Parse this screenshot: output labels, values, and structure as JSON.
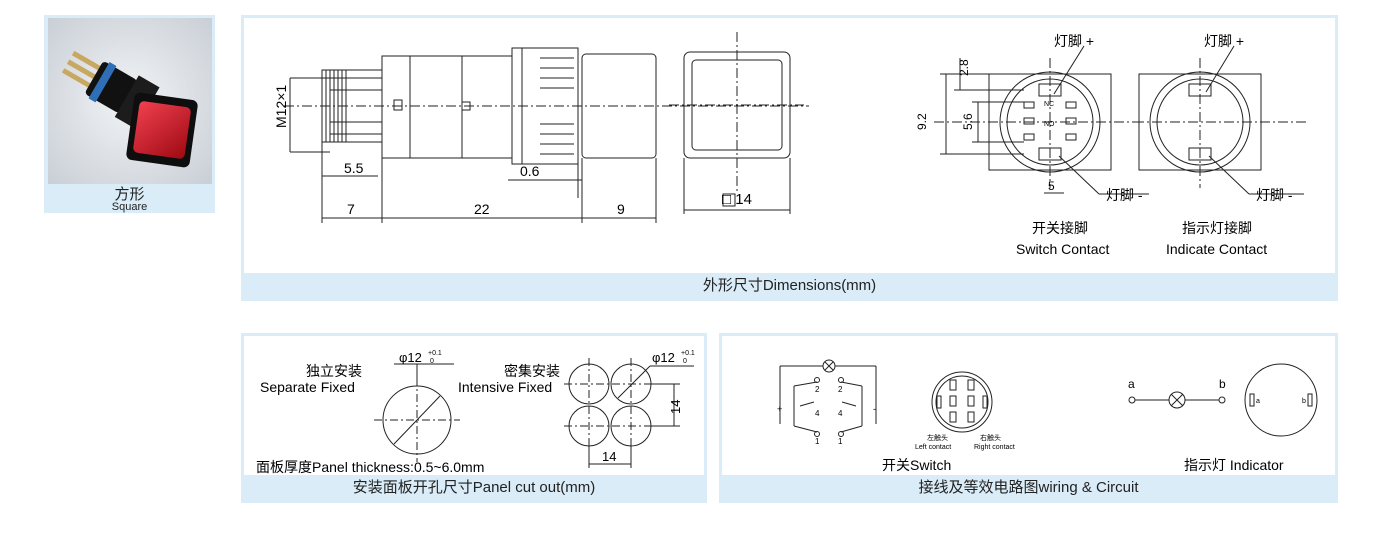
{
  "thumbnail": {
    "label_cn": "方形",
    "label_en": "Square"
  },
  "dimensions": {
    "caption": "外形尺寸Dimensions(mm)",
    "thread": "M12×1",
    "dim_5_5": "5.5",
    "dim_0_6": "0.6",
    "dim_7": "7",
    "dim_22": "22",
    "dim_9": "9",
    "dim_square": "□ 14",
    "dim_2_8": "2.8",
    "dim_9_2": "9.2",
    "dim_5_6": "5.6",
    "dim_5": "5",
    "lamp_plus_1": "灯脚 +",
    "lamp_plus_2": "灯脚 +",
    "lamp_minus_1": "灯脚 -",
    "lamp_minus_2": "灯脚 -",
    "switch_contact_cn": "开关接脚",
    "switch_contact_en": "Switch Contact",
    "indicate_contact_cn": "指示灯接脚",
    "indicate_contact_en": "Indicate Contact",
    "nc": "NC",
    "no": "NO"
  },
  "panel_cutout": {
    "caption": "安装面板开孔尺寸Panel cut out(mm)",
    "separate_cn": "独立安装",
    "separate_en": "Separate Fixed",
    "intensive_cn": "密集安装",
    "intensive_en": "Intensive Fixed",
    "phi_1": "φ12",
    "phi_2": "φ12",
    "tol_up": "+0.1",
    "tol_down": "0",
    "dim_14_v": "14",
    "dim_14_h": "14",
    "thickness": "面板厚度Panel thickness:0.5~6.0mm"
  },
  "wiring": {
    "caption": "接线及等效电路图wiring & Circuit",
    "switch_label": "开关Switch",
    "indicator_label": "指示灯 Indicator",
    "left_contact_cn": "左触头",
    "left_contact_en": "Left contact",
    "right_contact_cn": "右触头",
    "right_contact_en": "Right contact",
    "a": "a",
    "b": "b",
    "ra": "a",
    "rb": "b",
    "n2a": "2",
    "n4a": "4",
    "n1a": "1",
    "n2b": "2",
    "n4b": "4",
    "n1b": "1",
    "plus": "+",
    "minus": "-"
  },
  "colors": {
    "panel_border": "#d9ecf8",
    "caption_bg": "#d9ecf8",
    "lens_red": "#d8121c"
  }
}
